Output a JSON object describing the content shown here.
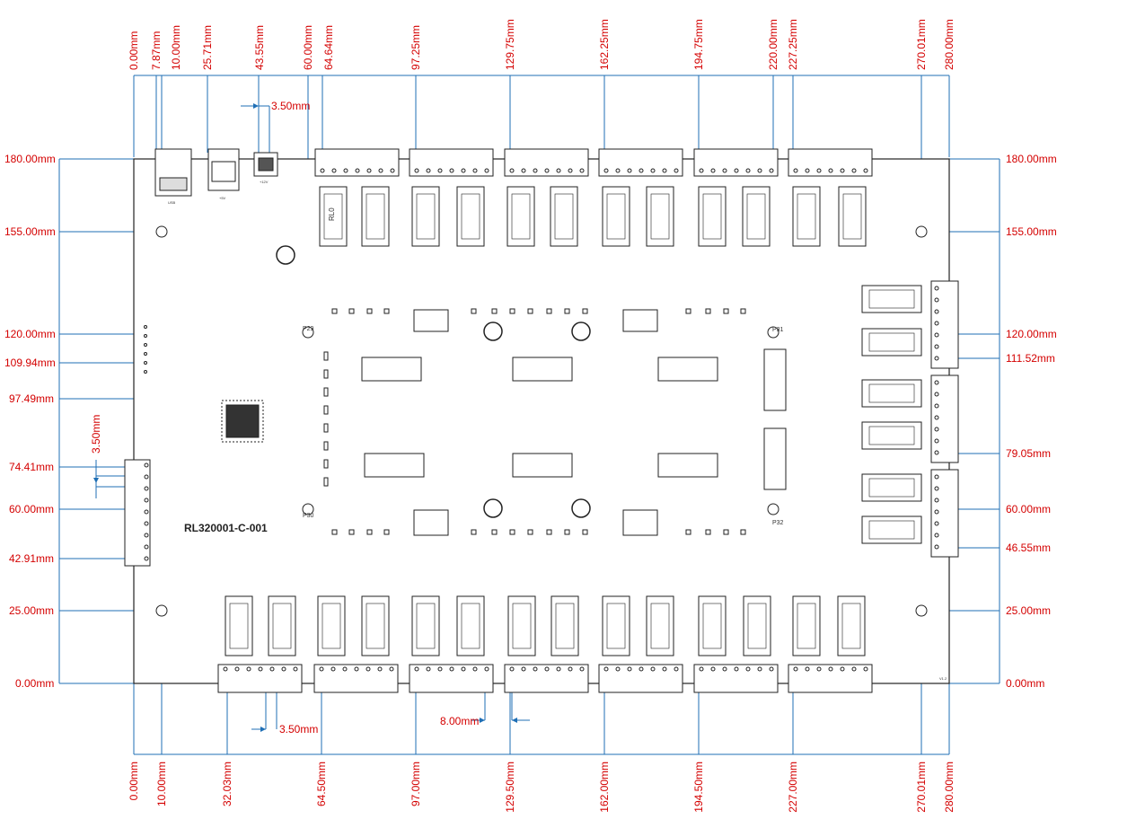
{
  "colors": {
    "dimension_text": "#d40000",
    "dimension_line": "#1f6fb5",
    "board_outline": "#222222",
    "component": "#222222",
    "background": "#ffffff"
  },
  "board": {
    "title": "RL320001-C-001",
    "version": "V1.2",
    "mount_labels": [
      "P29",
      "P30",
      "P31",
      "P32"
    ],
    "connector_labels": {
      "usb": "USB",
      "power": "+12V",
      "power_5v": "+5V",
      "rl0": "RL0"
    }
  },
  "dimensions": {
    "top_x": [
      "0.00mm",
      "7.87mm",
      "10.00mm",
      "25.71mm",
      "43.55mm",
      "60.00mm",
      "64.64mm",
      "97.25mm",
      "129.75mm",
      "162.25mm",
      "194.75mm",
      "220.00mm",
      "227.25mm",
      "270.01mm",
      "280.00mm"
    ],
    "bottom_x": [
      "0.00mm",
      "10.00mm",
      "32.03mm",
      "64.50mm",
      "97.00mm",
      "129.50mm",
      "162.00mm",
      "194.50mm",
      "227.00mm",
      "270.01mm",
      "280.00mm"
    ],
    "left_y": [
      "180.00mm",
      "155.00mm",
      "120.00mm",
      "109.94mm",
      "97.49mm",
      "74.41mm",
      "60.00mm",
      "42.91mm",
      "25.00mm",
      "0.00mm"
    ],
    "right_y": [
      "180.00mm",
      "155.00mm",
      "120.00mm",
      "111.52mm",
      "79.05mm",
      "60.00mm",
      "46.55mm",
      "25.00mm",
      "0.00mm"
    ],
    "pitch_top": "3.50mm",
    "pitch_left": "3.50mm",
    "pitch_bottom": "3.50mm",
    "pitch_spacing": "8.00mm"
  }
}
